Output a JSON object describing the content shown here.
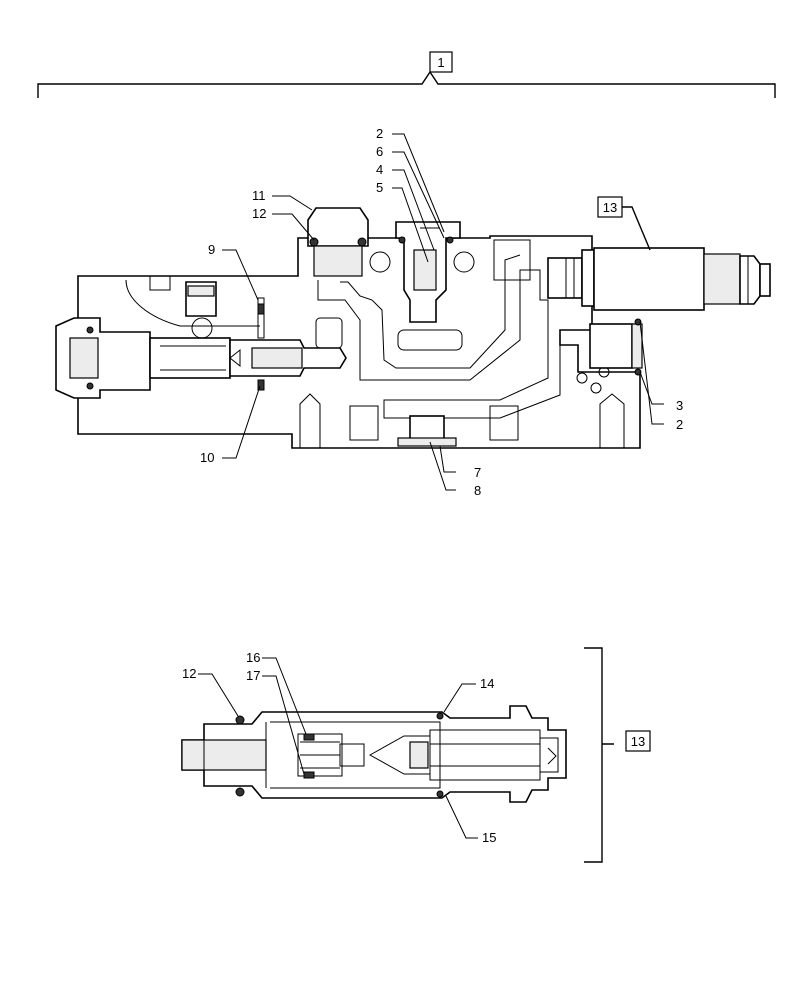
{
  "assembly": {
    "upper_box_label": "1",
    "cartridge_box_label": "13",
    "detail_box_label": "13"
  },
  "callouts_upper": {
    "c2a": "2",
    "c6": "6",
    "c4": "4",
    "c5": "5",
    "c11": "11",
    "c12": "12",
    "c9": "9",
    "c10": "10",
    "c3": "3",
    "c2b": "2",
    "c7": "7",
    "c8": "8"
  },
  "callouts_lower": {
    "c16": "16",
    "c17": "17",
    "c12": "12",
    "c14": "14",
    "c15": "15"
  }
}
